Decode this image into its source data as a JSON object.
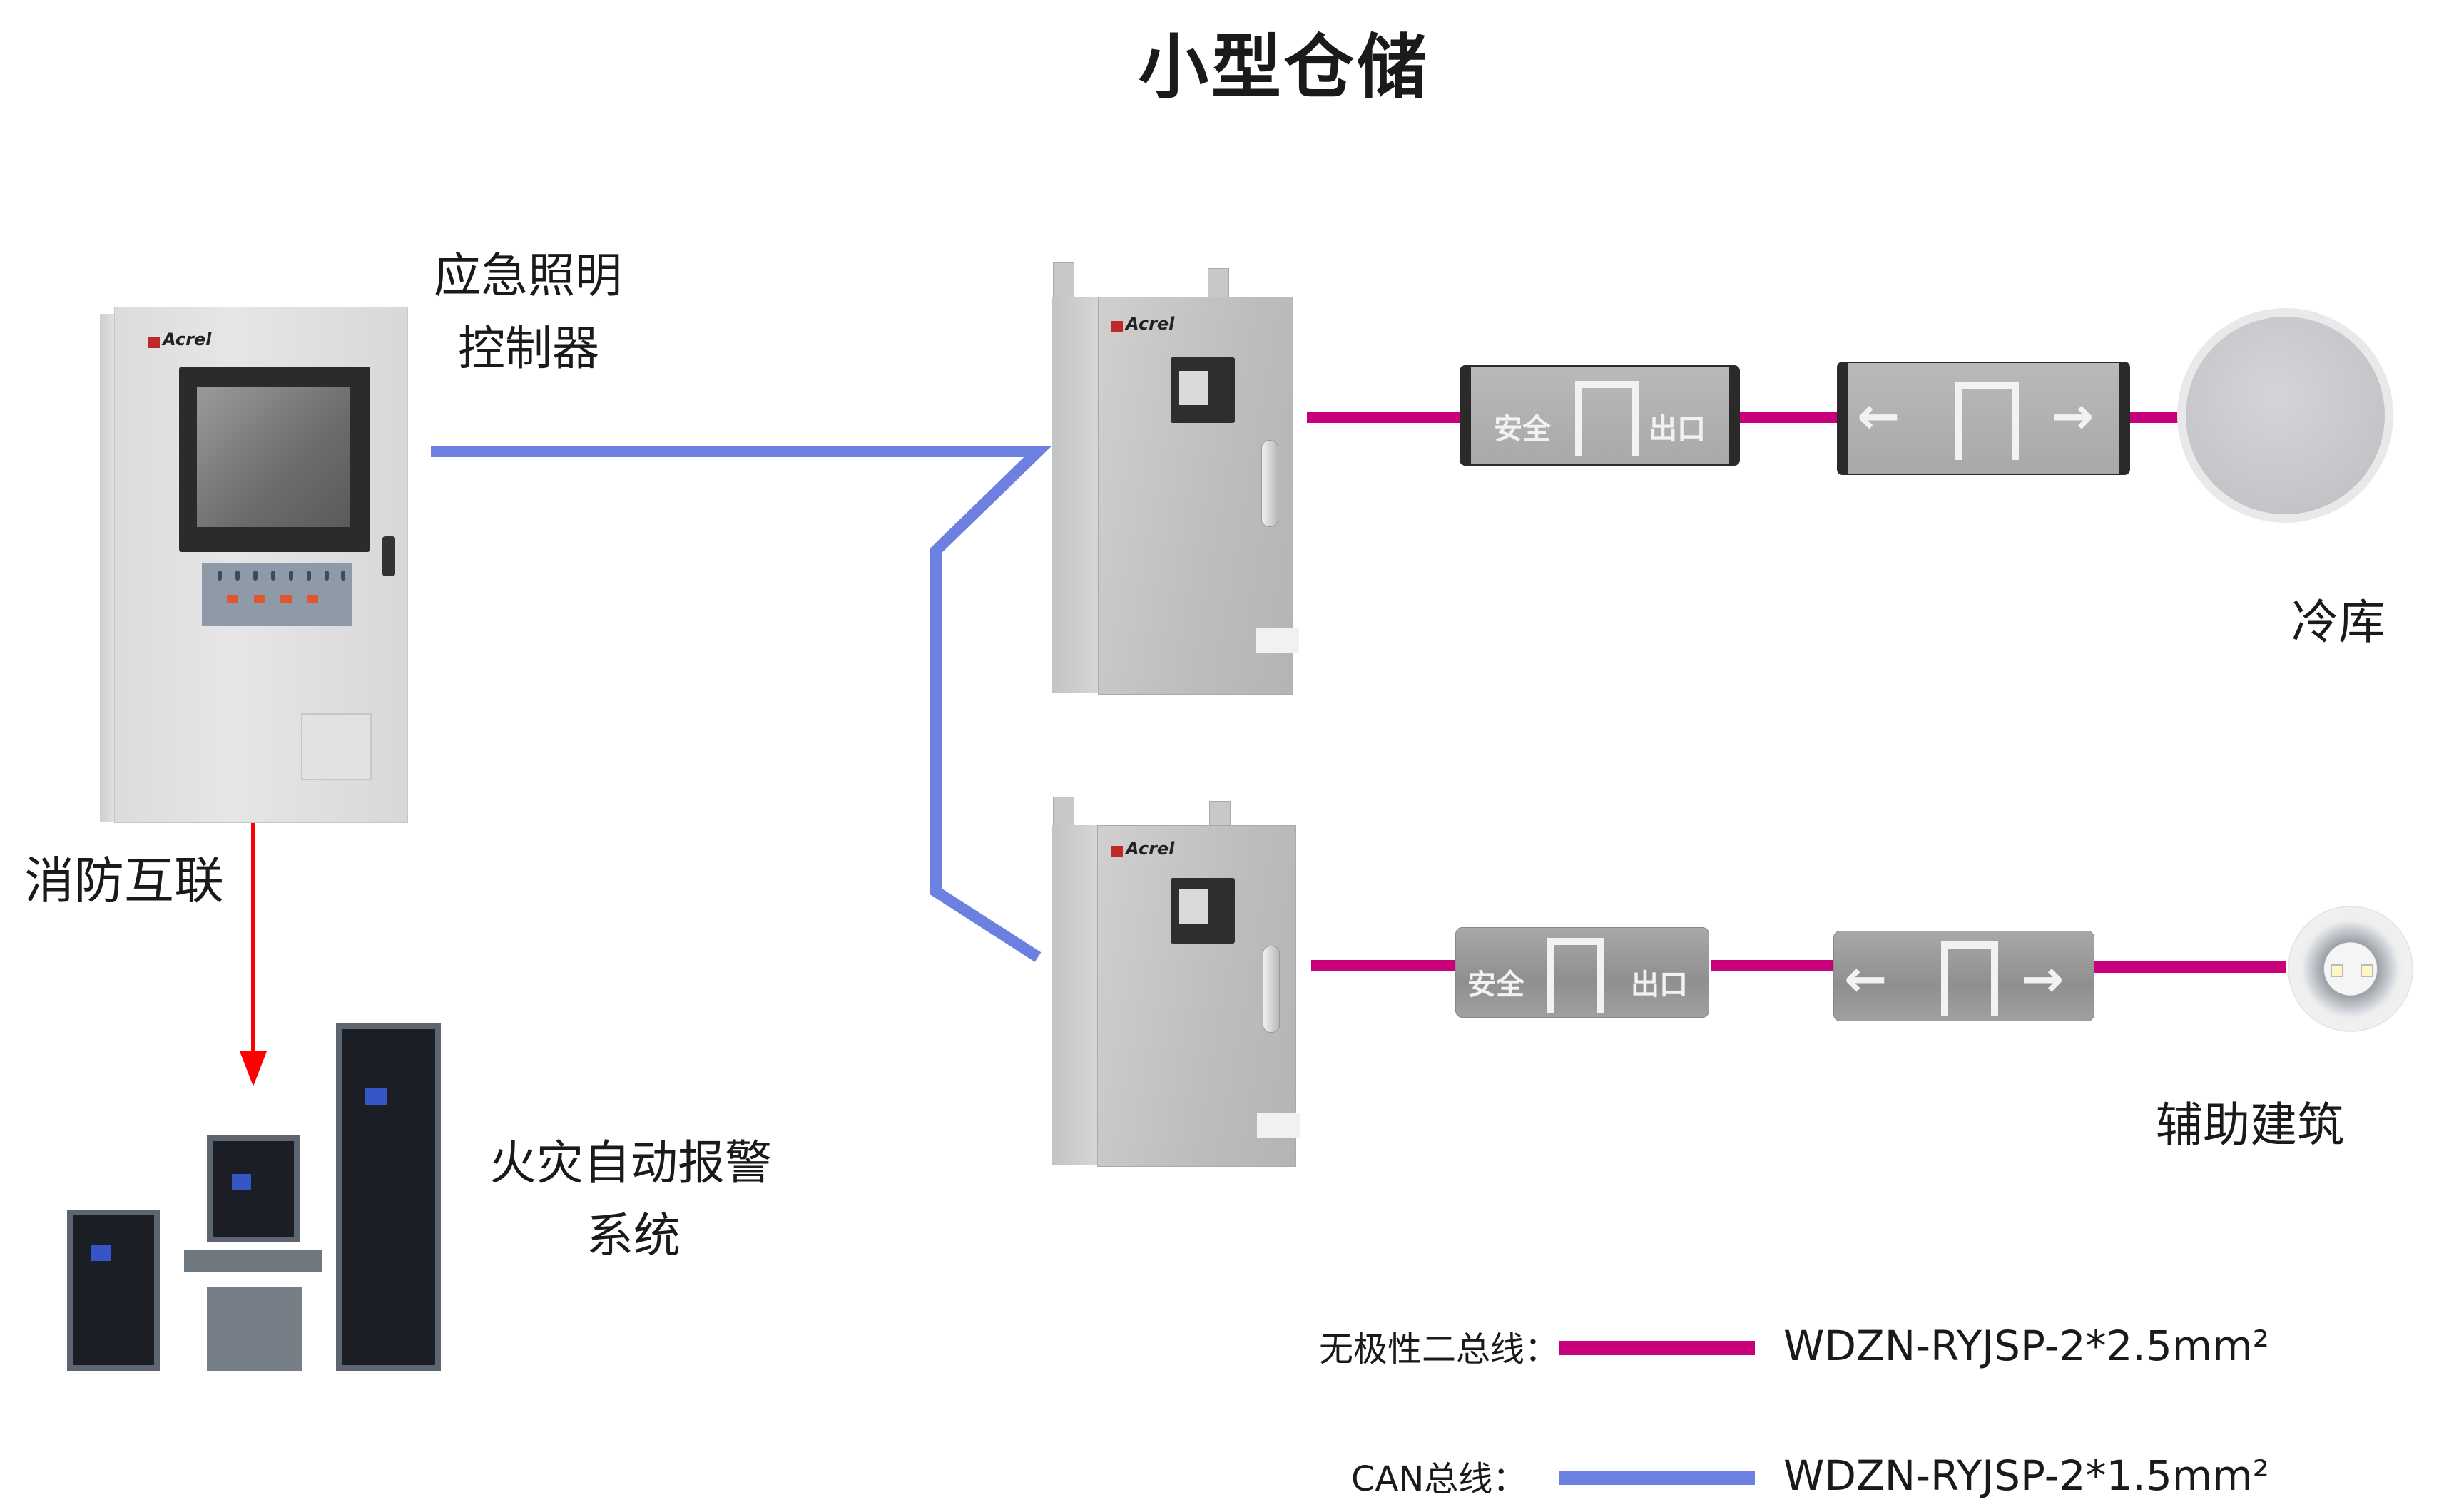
{
  "title": "小型仓储",
  "colors": {
    "can_bus": "#6b80e0",
    "two_wire_bus": "#c8007a",
    "fire_link": "#ff0000",
    "text": "#1a1a1a"
  },
  "controller": {
    "label_line1": "应急照明",
    "label_line2": "控制器",
    "brand": "Acrel"
  },
  "distribution_boxes": [
    {
      "brand": "Acrel"
    },
    {
      "brand": "Acrel"
    }
  ],
  "fire_link_label": "消防互联",
  "fire_alarm": {
    "label_line1": "火灾自动报警",
    "label_line2": "系统"
  },
  "branches": [
    {
      "area_label": "冷库",
      "signs": [
        {
          "type": "safety-exit",
          "left_text": "安全",
          "right_text": "出口"
        },
        {
          "type": "bidirectional",
          "left_arrow": "←",
          "right_arrow": "→"
        }
      ],
      "fixture": "ceiling-lamp"
    },
    {
      "area_label": "辅助建筑",
      "signs": [
        {
          "type": "safety-exit",
          "left_text": "安全",
          "right_text": "出口"
        },
        {
          "type": "bidirectional",
          "left_arrow": "←",
          "right_arrow": "→"
        }
      ],
      "fixture": "downlight"
    }
  ],
  "legend": [
    {
      "label": "无极性二总线：",
      "spec": "WDZN-RYJSP-2*2.5mm²",
      "color": "#c8007a"
    },
    {
      "label": "CAN总线：",
      "spec": "WDZN-RYJSP-2*1.5mm²",
      "color": "#6b80e0"
    }
  ]
}
